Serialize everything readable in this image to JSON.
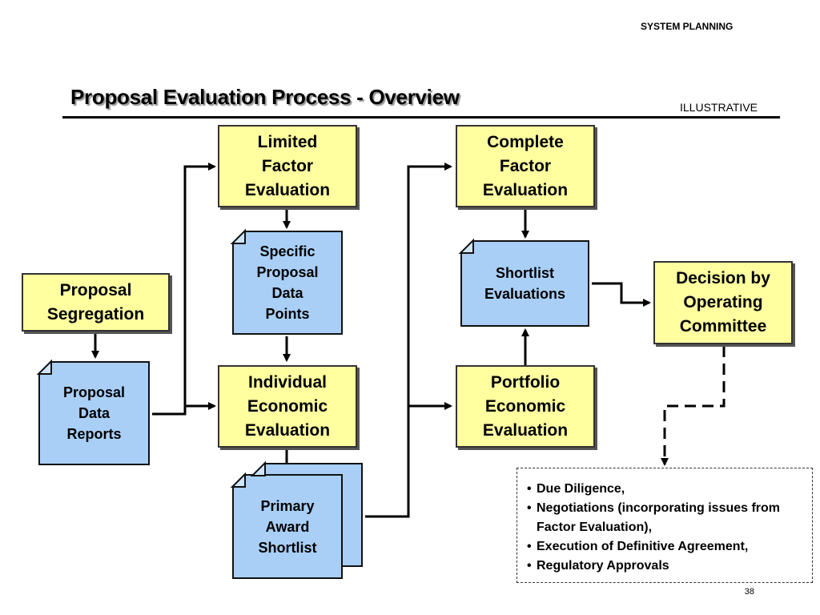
{
  "header": {
    "section": "SYSTEM PLANNING",
    "tag": "ILLUSTRATIVE"
  },
  "title": "Proposal Evaluation Process - Overview",
  "nodes": {
    "limited_factor": "Limited\nFactor\nEvaluation",
    "specific_data": "Specific\nProposal\nData\nPoints",
    "individual_econ": "Individual\nEconomic\nEvaluation",
    "primary_award": "Primary\nAward\nShortlist",
    "proposal_seg": "Proposal\nSegregation",
    "proposal_reports": "Proposal\nData\nReports",
    "complete_factor": "Complete\nFactor\nEvaluation",
    "shortlist_eval": "Shortlist\nEvaluations",
    "portfolio_econ": "Portfolio\nEconomic\nEvaluation",
    "decision": "Decision by\nOperating\nCommittee"
  },
  "notes": [
    "Due Diligence,",
    "Negotiations (incorporating issues from Factor Evaluation),",
    "Execution of Definitive Agreement,",
    "Regulatory Approvals"
  ],
  "page_number": "38",
  "colors": {
    "process_box": "#ffffa0",
    "document_box": "#a9cff7"
  }
}
